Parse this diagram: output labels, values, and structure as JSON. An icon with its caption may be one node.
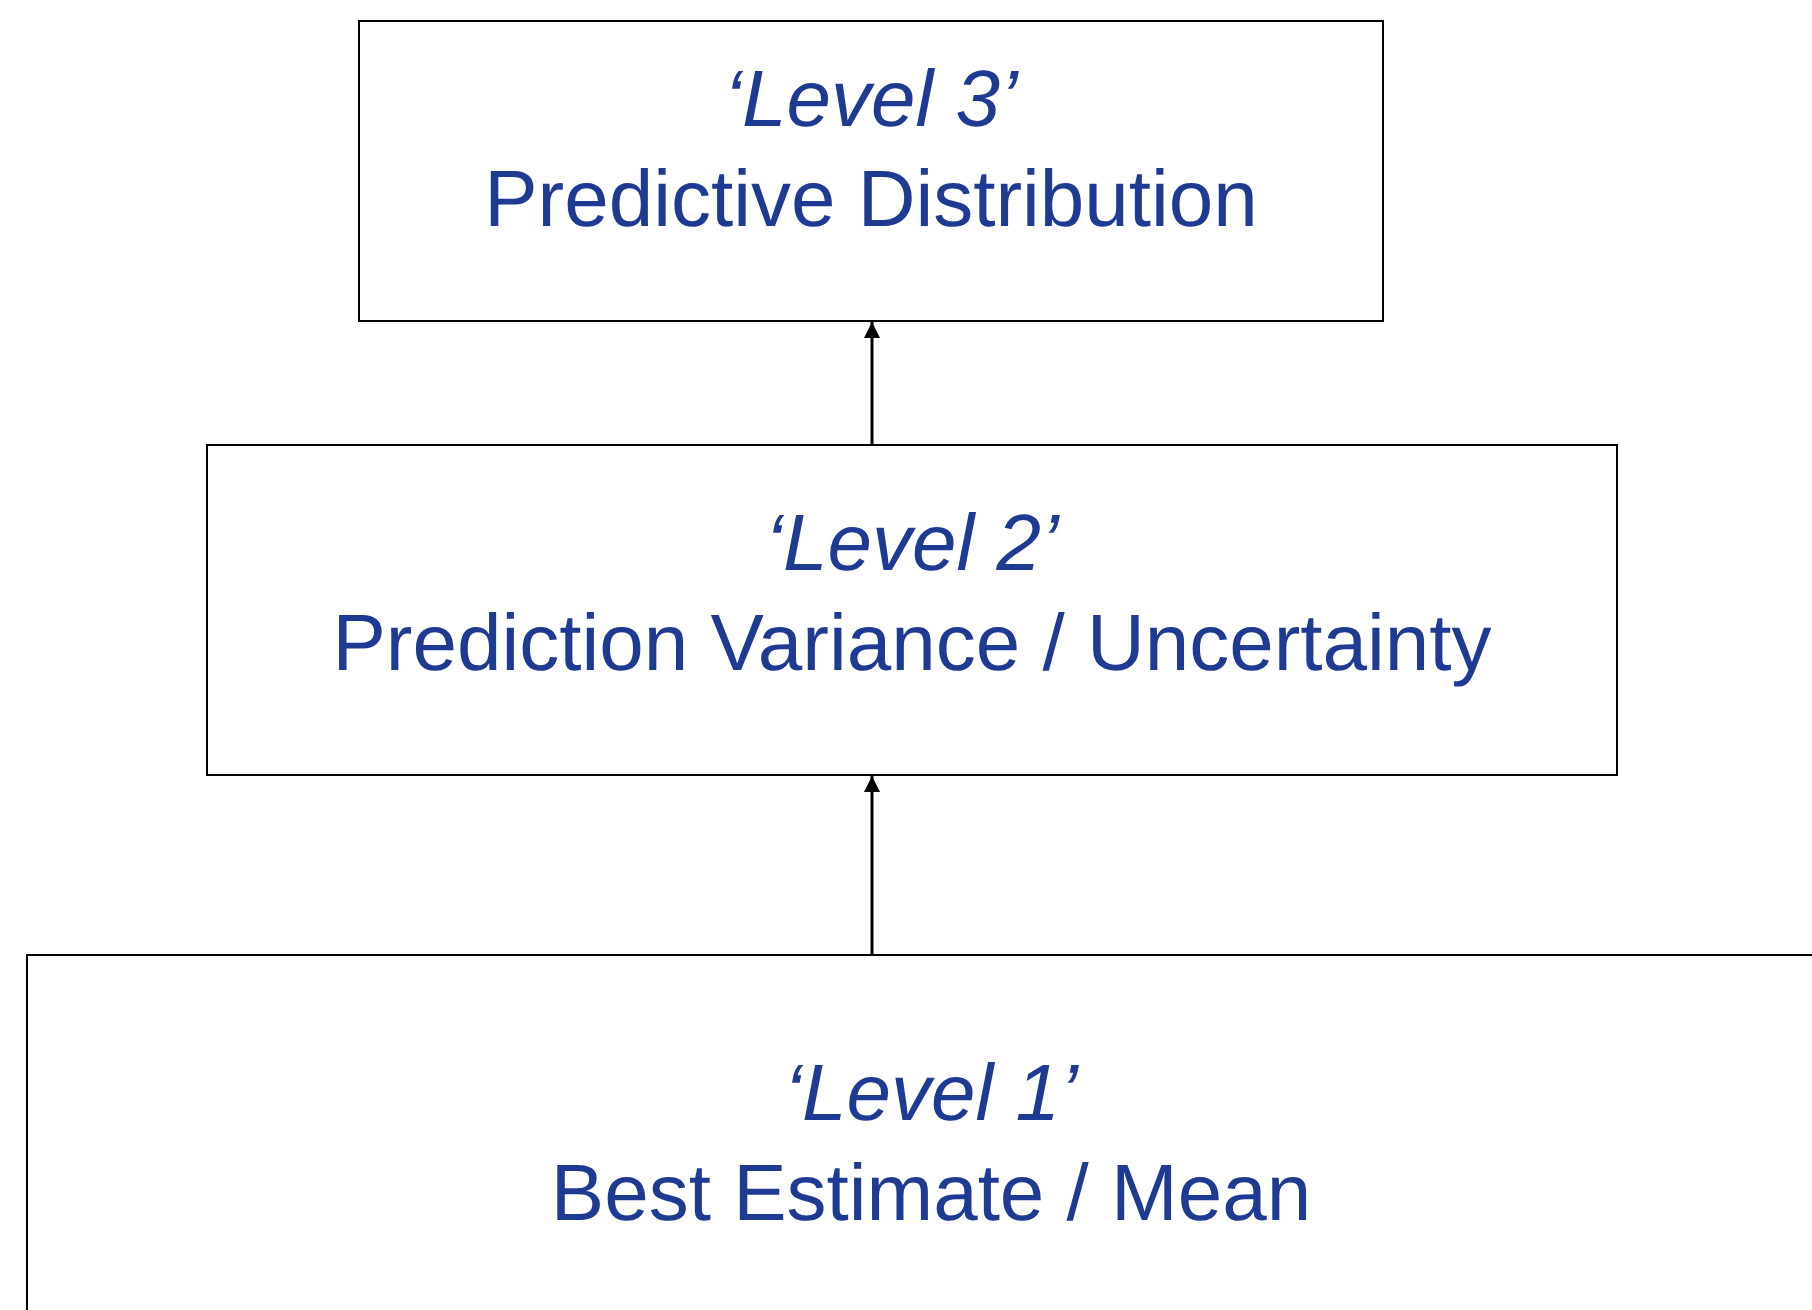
{
  "diagram": {
    "nodes": [
      {
        "text": [
          "‘Level 3’",
          "Predictive Distribution"
        ]
      },
      {
        "text": [
          "‘Level 2’",
          "Prediction Variance / Uncertainty"
        ]
      },
      {
        "text": [
          "‘Level 1’",
          "Best Estimate / Mean"
        ]
      }
    ],
    "edges": [
      {
        "from": 1,
        "to": 0,
        "arrow": "to"
      },
      {
        "from": 2,
        "to": 1,
        "arrow": "to"
      }
    ]
  }
}
